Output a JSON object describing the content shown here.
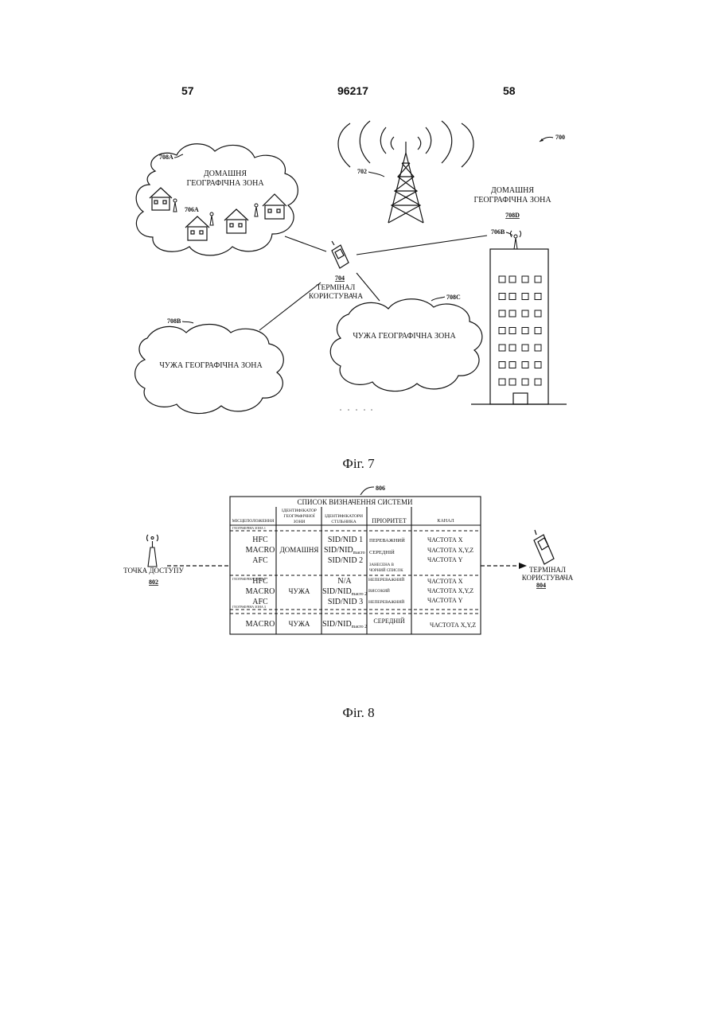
{
  "header": {
    "left": "57",
    "center": "96217",
    "right": "58"
  },
  "fig7": {
    "ref_main": "700",
    "caption": "Фіг. 7",
    "home_zone_a": {
      "ref": "708A",
      "line1": "ДОМАШНЯ",
      "line2": "ГЕОГРАФІЧНА ЗОНА",
      "ap_ref": "706A"
    },
    "tower_ref": "702",
    "home_zone_d": {
      "line1": "ДОМАШНЯ",
      "line2": "ГЕОГРАФІЧНА ЗОНА",
      "ref": "708D",
      "ap_ref": "706B"
    },
    "terminal": {
      "ref": "704",
      "line1": "ТЕРМІНАЛ",
      "line2": "КОРИСТУВАЧА"
    },
    "foreign_b": {
      "ref": "708B",
      "label": "ЧУЖА ГЕОГРАФІЧНА ЗОНА"
    },
    "foreign_c": {
      "ref": "708C",
      "label": "ЧУЖА ГЕОГРАФІЧНА ЗОНА"
    }
  },
  "fig8": {
    "caption": "Фіг. 8",
    "table_ref": "806",
    "access_point": {
      "label": "ТОЧКА ДОСТУПУ",
      "ref": "802"
    },
    "terminal": {
      "line1": "ТЕРМІНАЛ",
      "line2": "КОРИСТУВАЧА",
      "ref": "804"
    },
    "table": {
      "title": "СПИСОК ВИЗНАЧЕННЯ СИСТЕМИ",
      "headers": {
        "location": "МІСЦЕПОЛОЖЕННЯ",
        "zone_id_1": "ІДЕНТИФІКАТОР",
        "zone_id_2": "ГЕОГРАФІЧНОЇ",
        "zone_id_3": "ЗОНИ",
        "provider_1": "ІДЕНТИФІКАТОРИ",
        "provider_2": "СТІЛЬНИКА",
        "priority": "ПРІОРИТЕТ",
        "channel": "КАНАЛ"
      },
      "zones": [
        {
          "label": "ГЕОГРАФІЧНА ЗОНА 1",
          "zone_id": "ДОМАШНЯ",
          "rows": [
            {
              "location": "HFC",
              "sid": "SID/NID 1",
              "priority": "ПЕРЕВАЖНИЙ",
              "channel": "ЧАСТОТА X"
            },
            {
              "location": "MACRO",
              "sid": "SID/NID",
              "sid_sub": "macro",
              "priority": "СЕРЕДНІЙ",
              "channel": "ЧАСТОТА X,Y,Z"
            },
            {
              "location": "AFC",
              "sid": "SID/NID 2",
              "priority": "",
              "channel": "ЧАСТОТА Y"
            }
          ],
          "note_1": "ЗАНЕСЕНА В",
          "note_2": "ЧОРНИЙ СПИСОК"
        },
        {
          "label": "ГЕОГРАФІЧНА ЗОНА 2",
          "zone_id": "ЧУЖА",
          "rows": [
            {
              "location": "HFC",
              "sid": "N/A",
              "priority": "НЕПЕРЕВАЖНИЙ",
              "channel": "ЧАСТОТА X"
            },
            {
              "location": "MACRO",
              "sid": "SID/NID",
              "sid_sub": "macro 2",
              "priority": "ВИСОКИЙ",
              "channel": "ЧАСТОТА X,Y,Z"
            },
            {
              "location": "AFC",
              "sid": "SID/NID 3",
              "priority": "НЕПЕРЕВАЖНИЙ",
              "channel": "ЧАСТОТА Y"
            }
          ]
        },
        {
          "label": "ГЕОГРАФІЧНА ЗОНА 3",
          "zone_id": "ЧУЖА",
          "rows": [
            {
              "location": "MACRO",
              "sid": "SID/NID",
              "sid_sub": "macro 2",
              "priority": "СЕРЕДНІЙ",
              "channel": "ЧАСТОТА X,Y,Z"
            }
          ]
        }
      ]
    }
  }
}
